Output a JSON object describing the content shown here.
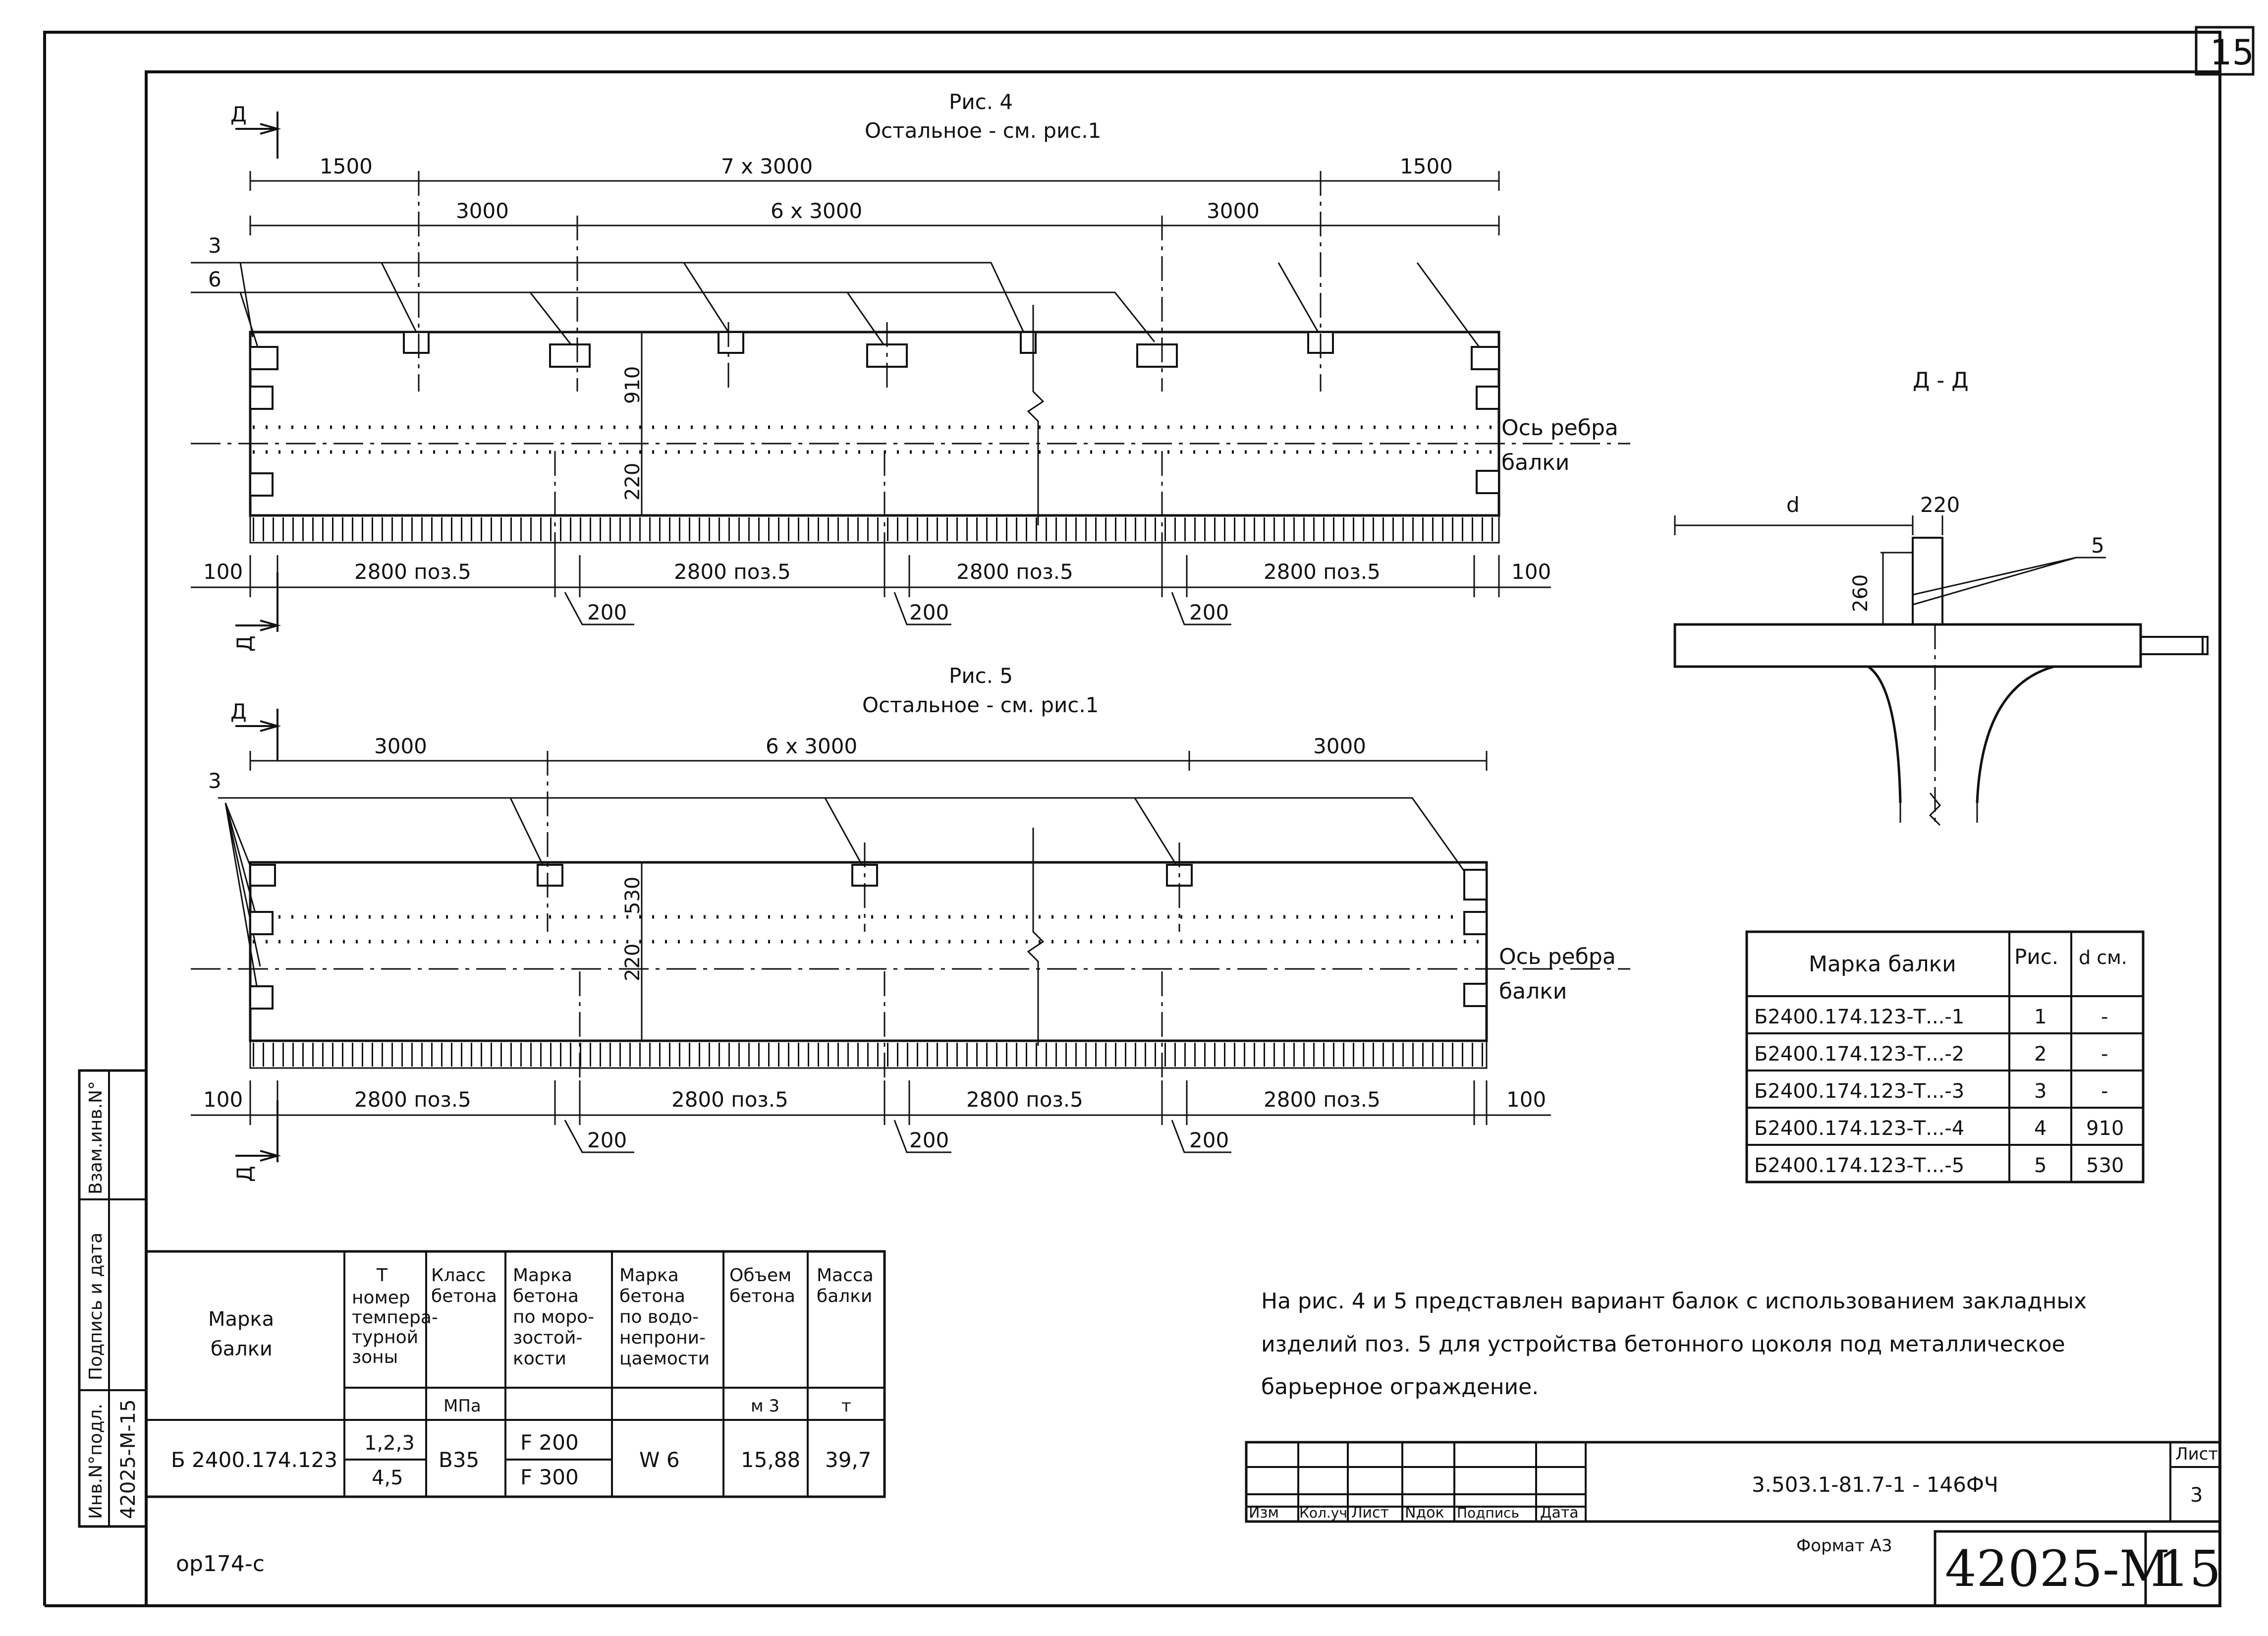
{
  "sheet_number": "15",
  "fig4": {
    "title": "Рис. 4",
    "subtitle": "Остальное - см. рис.1",
    "dim_top": [
      "1500",
      "7 x 3000",
      "1500"
    ],
    "dim_second": [
      "3000",
      "6 x 3000",
      "3000"
    ],
    "callouts": [
      "3",
      "6"
    ],
    "height_labels": [
      "910",
      "220"
    ],
    "axis_label": [
      "Ось ребра",
      "балки"
    ],
    "bottom_dims": [
      "100",
      "2800 поз.5",
      "2800 поз.5",
      "2800 поз.5",
      "2800 поз.5",
      "100"
    ],
    "gap_labels": [
      "200",
      "200",
      "200"
    ],
    "section_mark": "Д"
  },
  "fig5": {
    "title": "Рис. 5",
    "subtitle": "Остальное - см. рис.1",
    "dim_top": [
      "3000",
      "6 x 3000",
      "3000"
    ],
    "callouts": [
      "3"
    ],
    "height_labels": [
      "530",
      "220"
    ],
    "axis_label": [
      "Ось ребра",
      "балки"
    ],
    "bottom_dims": [
      "100",
      "2800 поз.5",
      "2800 поз.5",
      "2800 поз.5",
      "2800 поз.5",
      "100"
    ],
    "gap_labels": [
      "200",
      "200",
      "200"
    ],
    "section_mark": "Д"
  },
  "section": {
    "title": "Д - Д",
    "d_label": "d",
    "width_label": "220",
    "height_label": "260",
    "callout": "5"
  },
  "beam_table": {
    "headers": [
      "Марка балки",
      "Рис.",
      "d см."
    ],
    "rows": [
      [
        "Б2400.174.123-Т...-1",
        "1",
        "-"
      ],
      [
        "Б2400.174.123-Т...-2",
        "2",
        "-"
      ],
      [
        "Б2400.174.123-Т...-3",
        "3",
        "-"
      ],
      [
        "Б2400.174.123-Т...-4",
        "4",
        "910"
      ],
      [
        "Б2400.174.123-Т...-5",
        "5",
        "530"
      ]
    ]
  },
  "spec_table": {
    "headers": [
      "Марка балки",
      "Т номер темпера- турной зоны",
      "Класс бетона",
      "Марка бетона по моро- зостой- кости",
      "Марка бетона по водо- непрони- цаемости",
      "Объем бетона",
      "Масса балки"
    ],
    "units": [
      "",
      "",
      "МПа",
      "",
      "",
      "м 3",
      "т"
    ],
    "row": {
      "mark": "Б 2400.174.123",
      "zone_a": "1,2,3",
      "zone_b": "4,5",
      "class": "В35",
      "frost_a": "F 200",
      "frost_b": "F 300",
      "water": "W 6",
      "volume": "15,88",
      "mass": "39,7"
    }
  },
  "note": [
    "На рис. 4 и 5 представлен вариант балок с использованием закладных",
    "изделий поз. 5 для устройства  бетонного цоколя под металлическое",
    "барьерное ограждение."
  ],
  "side_stamp": [
    "Взам.инв.N°",
    "Подпись и дата",
    "Инв.N°подл.",
    "42025-М-15"
  ],
  "title_block": {
    "columns": [
      "Изм",
      "Кол.уч",
      "Лист",
      "Nдок",
      "Подпись",
      "Дата"
    ],
    "doc_code": "3.503.1-81.7-1  -  146ФЧ",
    "sheet_label": "Лист",
    "sheet_value": "3",
    "format_label": "Формат А3",
    "archive_no": "42025-М",
    "page_no": "15",
    "footer_code": "ор174-с"
  }
}
